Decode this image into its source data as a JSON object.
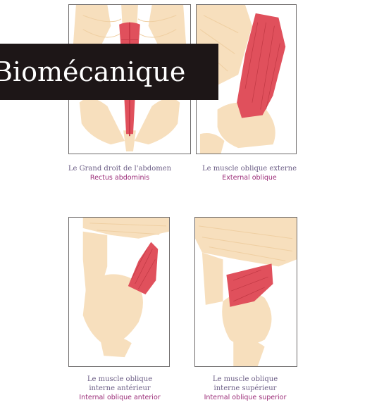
{
  "banner": {
    "text": "Biomécanique"
  },
  "panels": [
    {
      "fr": "Le Grand droit de l'abdomen",
      "en": "Rectus abdominis"
    },
    {
      "fr": "Le muscle oblique externe",
      "en": "External oblique"
    },
    {
      "fr_line1": "Le muscle oblique",
      "fr_line2": "interne antérieur",
      "en": "Internal oblique anterior"
    },
    {
      "fr_line1": "Le muscle oblique",
      "fr_line2": "interne supérieur",
      "en": "Internal oblique superior"
    }
  ],
  "colors": {
    "muscle": "#e0505c",
    "bone": "#f7dfbd",
    "banner_bg": "#1d1617",
    "caption_fr": "#6b5d85",
    "caption_en": "#9b2c78"
  }
}
